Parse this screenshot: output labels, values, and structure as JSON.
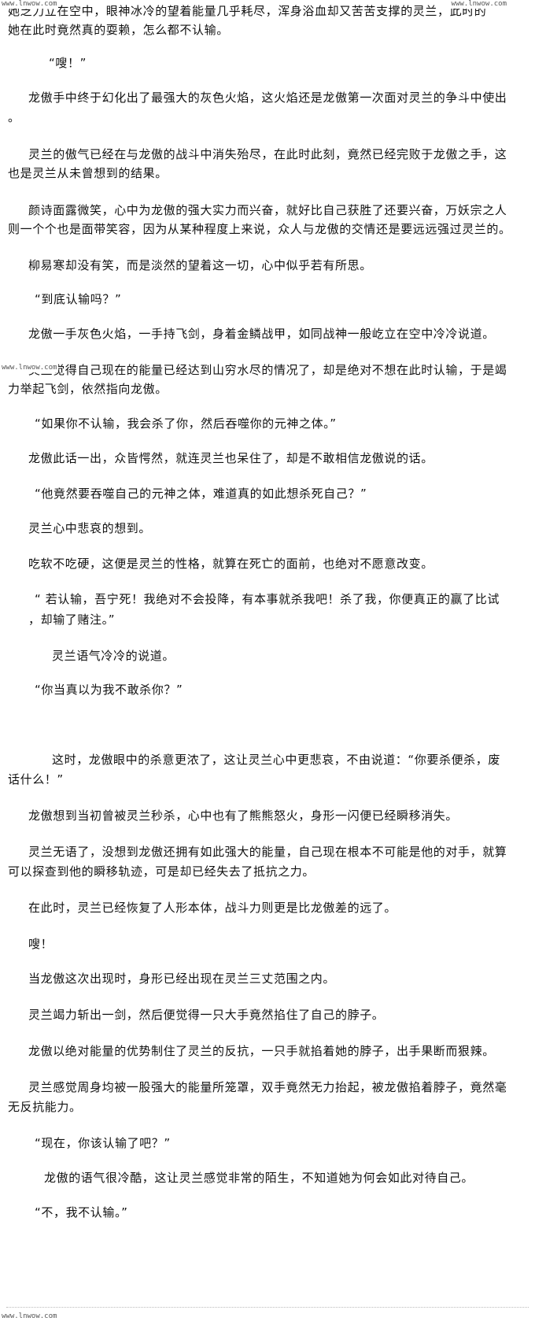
{
  "watermarks": {
    "top_left": "www.lnwow.com",
    "top_right": "www.lnwow.com",
    "middle_left": "www.lnwow.com",
    "bottom_left": "www.lnwow.com"
  },
  "lines": [
    "她乏力立在空中，眼神冰冷的望着能量几乎耗尽，浑身浴血却又苦苦支撑的灵兰，此时的",
    "她在此时竟然真的耍赖，怎么都不认输。",
    "“嗖！”",
    "龙傲手中终于幻化出了最强大的灰色火焰，这火焰还是龙傲第一次面对灵兰的争斗中使出",
    "。",
    "灵兰的傲气已经在与龙傲的战斗中消失殆尽，在此时此刻，竟然已经完败于龙傲之手，这",
    "也是灵兰从未曾想到的结果。",
    "颜诗面露微笑，心中为龙傲的强大实力而兴奋，就好比自己获胜了还要兴奋，万妖宗之人",
    "则一个个也是面带笑容，因为从某种程度上来说，众人与龙傲的交情还是要远远强过灵兰的。",
    "柳易寒却没有笑，而是淡然的望着这一切，心中似乎若有所思。",
    "“到底认输吗？”",
    "龙傲一手灰色火焰，一手持飞剑，身着金鳞战甲，如同战神一般屹立在空中冷冷说道。",
    "灵兰觉得自己现在的能量已经达到山穷水尽的情况了，却是绝对不想在此时认输，于是竭",
    "力举起飞剑，依然指向龙傲。",
    "“如果你不认输，我会杀了你，然后吞噬你的元神之体。”",
    "龙傲此话一出，众皆愕然，就连灵兰也呆住了，却是不敢相信龙傲说的话。",
    "“他竟然要吞噬自己的元神之体，难道真的如此想杀死自己？”",
    "灵兰心中悲哀的想到。",
    "吃软不吃硬，这便是灵兰的性格，就算在死亡的面前，也绝对不愿意改变。",
    "“ 若认输，吾宁死！我绝对不会投降，有本事就杀我吧！杀了我，你便真正的赢了比试",
    "，却输了赌注。”",
    "灵兰语气冷冷的说道。",
    "“你当真以为我不敢杀你？”",
    "这时，龙傲眼中的杀意更浓了，这让灵兰心中更悲哀，不由说道：“你要杀便杀，废",
    "话什么！”",
    "龙傲想到当初曾被灵兰秒杀，心中也有了熊熊怒火，身形一闪便已经瞬移消失。",
    "灵兰无语了，没想到龙傲还拥有如此强大的能量，自己现在根本不可能是他的对手，就算",
    "可以探查到他的瞬移轨迹，可是却已经失去了抵抗之力。",
    "在此时，灵兰已经恢复了人形本体，战斗力则更是比龙傲差的远了。",
    "嗖！",
    "当龙傲这次出现时，身形已经出现在灵兰三丈范围之内。",
    "灵兰竭力斩出一剑，然后便觉得一只大手竟然掐住了自己的脖子。",
    "龙傲以绝对能量的优势制住了灵兰的反抗，一只手就掐着她的脖子，出手果断而狠辣。",
    "灵兰感觉周身均被一股强大的能量所笼罩，双手竟然无力抬起，被龙傲掐着脖子，竟然毫",
    "无反抗能力。",
    "“现在，你该认输了吧？”",
    "龙傲的语气很冷酷，这让灵兰感觉非常的陌生，不知道她为何会如此对待自己。",
    "“不，我不认输。”"
  ]
}
